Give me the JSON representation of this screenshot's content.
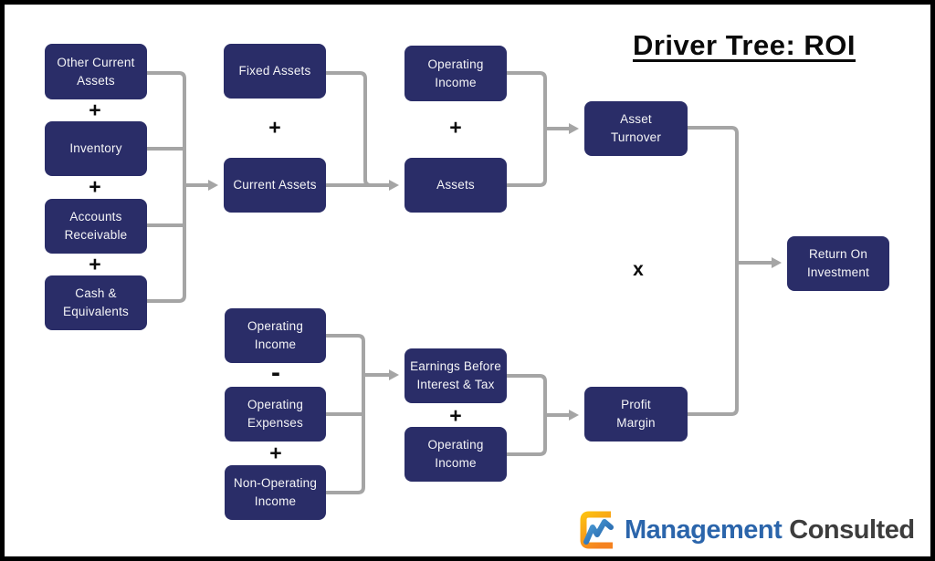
{
  "title": "Driver Tree: ROI",
  "operators": {
    "plus": "+",
    "minus": "-",
    "multiply": "x"
  },
  "colors": {
    "node_fill": "#2a2d68",
    "node_text": "#f5f5f7",
    "connector_gray": "#a5a5a5",
    "title_text": "#0a0a0a",
    "border_black": "#000000",
    "logo_orange": "#f6a01e",
    "logo_zigzag_blue": "#2f7cc2",
    "logo_text_blue": "#2b65ab",
    "logo_text_dark": "#3d3d3d"
  },
  "nodes": {
    "other_current_assets": "Other Current\nAssets",
    "inventory": "Inventory",
    "accounts_receivable": "Accounts\nReceivable",
    "cash_equivalents": "Cash &\nEquivalents",
    "fixed_assets": "Fixed Assets",
    "current_assets": "Current Assets",
    "operating_income_top": "Operating\nIncome",
    "assets": "Assets",
    "asset_turnover": "Asset\nTurnover",
    "return_on_investment": "Return On\nInvestment",
    "operating_income_mid": "Operating\nIncome",
    "operating_expenses": "Operating\nExpenses",
    "non_operating_income": "Non-Operating\nIncome",
    "earnings_before_interest_tax": "Earnings Before\nInterest & Tax",
    "operating_income_bottom": "Operating\nIncome",
    "profit_margin": "Profit\nMargin"
  },
  "logo": {
    "brand_primary": "Management",
    "brand_secondary": "Consulted",
    "icon": "chart-line-bracket-icon"
  }
}
